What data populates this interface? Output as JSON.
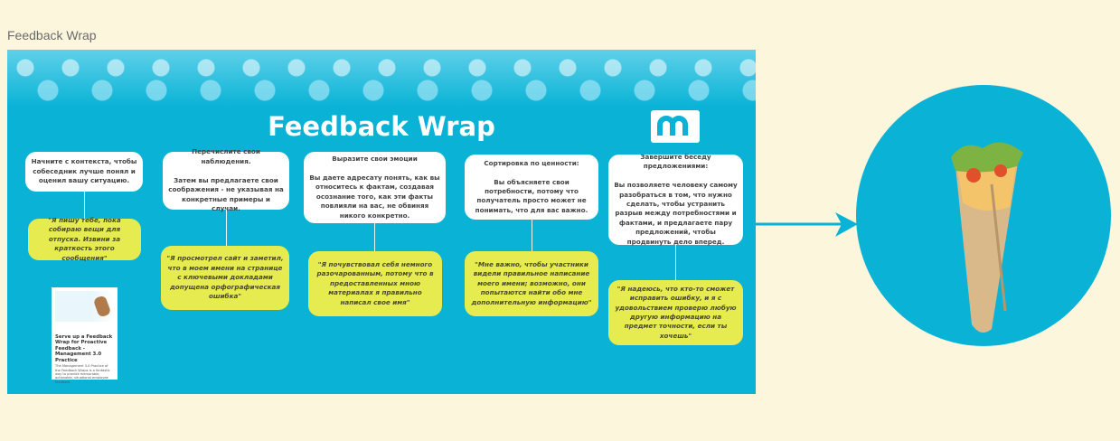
{
  "frame_title": "Feedback Wrap",
  "board": {
    "title": "Feedback Wrap",
    "steps": [
      {
        "instruction": "Начните с контекста, чтобы собеседник лучше понял и оценил вашу ситуацию.",
        "example": "\"Я пишу тебе, пока собираю вещи для отпуска. Извини за краткость этого сообщения\""
      },
      {
        "instruction": "Перечислите свои наблюдения.\n\nЗатем вы предлагаете свои соображения - не указывая на конкретные примеры и случаи.",
        "example": "\"Я просмотрел сайт и заметил, что в моем имени на странице с ключевыми докладами допущена орфографическая ошибка\""
      },
      {
        "instruction": "Выразите свои эмоции\n\nВы даете адресату понять, как вы относитесь к фактам, создавая осознание того, как эти факты повлияли на вас, не обвиняя никого конкретно.",
        "example": "\"Я почувствовал себя немного разочарованным, потому что в предоставленных мною материалах я правильно написал свое имя\""
      },
      {
        "instruction": "Сортировка по ценности:\n\nВы объясняете свои потребности, потому что получатель просто может не понимать, что для вас важно.",
        "example": "\"Мне важно, чтобы участники видели правильное написание моего имени; возможно, они попытаются найти обо мне дополнительную информацию\""
      },
      {
        "instruction": "Завершите беседу предложениями:\n\nВы позволяете человеку самому разобраться в том, что нужно сделать, чтобы устранить разрыв между потребностями и фактами, и предлагаете пару предложений, чтобы продвинуть дело вперед.",
        "example": "\"Я надеюсь, что кто-то сможет исправить ошибку, и я с удовольствием проверю любую другую информацию на предмет точности, если ты хочешь\""
      }
    ],
    "link_card": {
      "title": "Serve up a Feedback Wrap for Proactive Feedback - Management 3.0 Practice",
      "description": "The Management 3.0 Practice of the Feedback Wraps is a fantastic way to provide memorable, actionable, situational employee feedback."
    }
  },
  "colors": {
    "board": "#0ab3d6",
    "note": "#e6ec50",
    "background": "#fcf6dd"
  }
}
